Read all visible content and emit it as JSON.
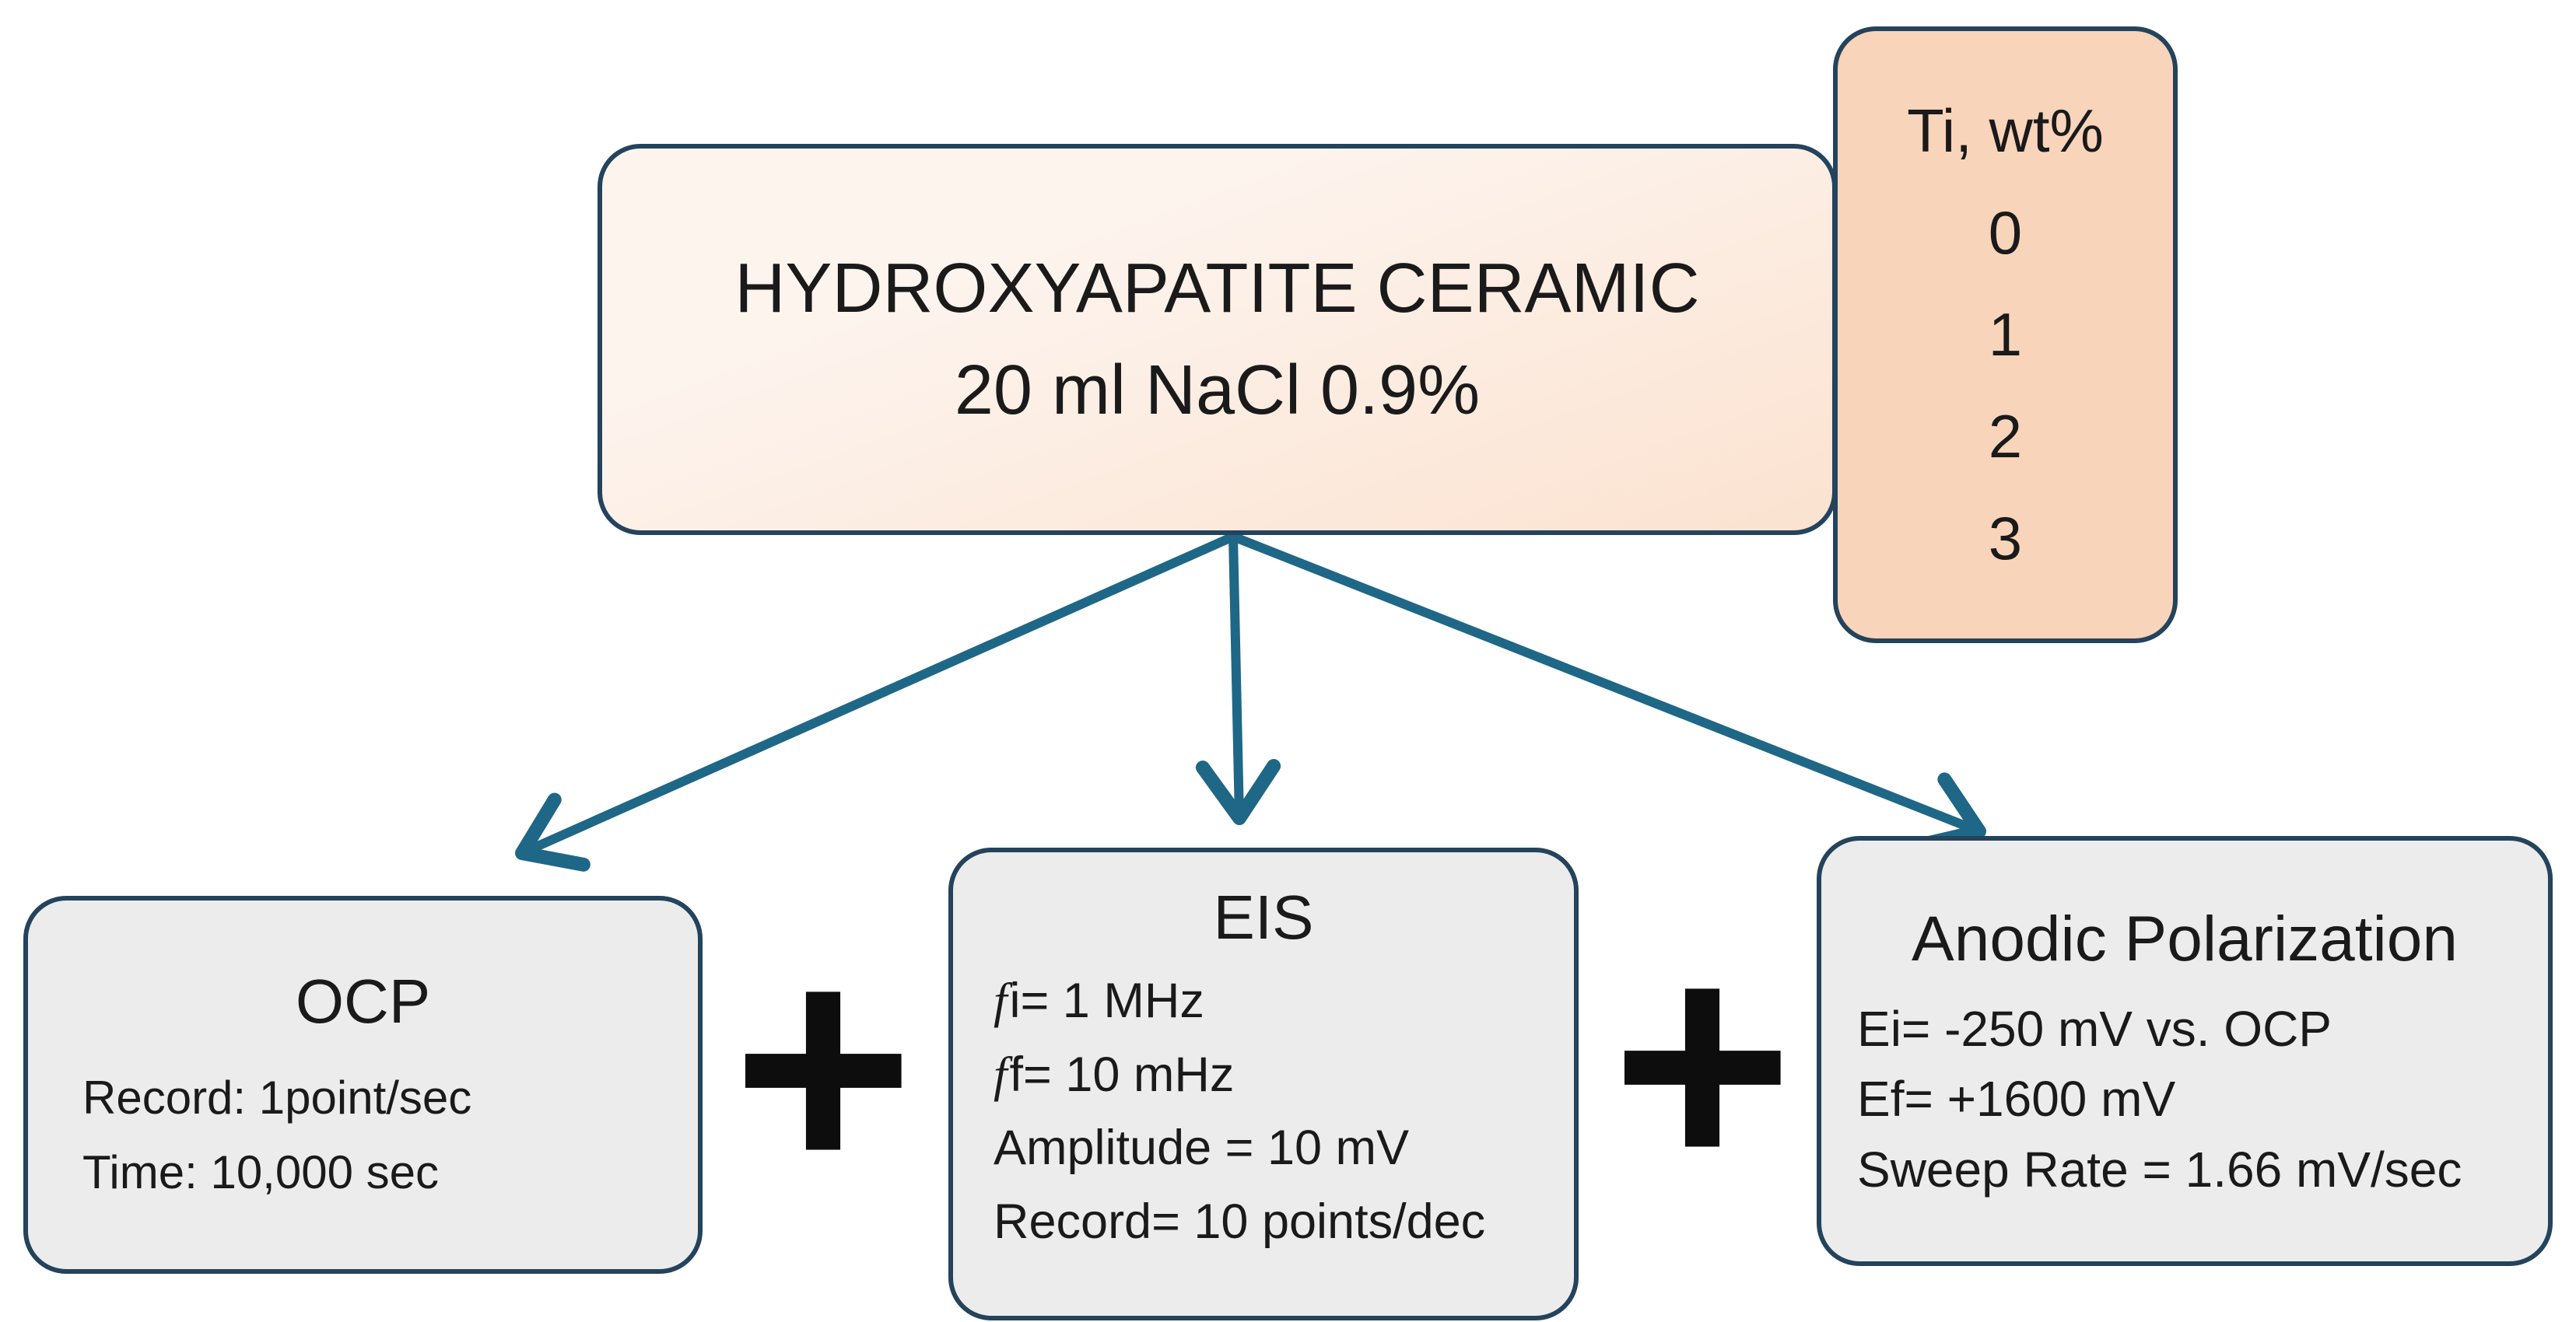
{
  "colors": {
    "border": "#24435c",
    "main_bg_top": "#fdf4ee",
    "main_bg_bottom": "#fbe2d0",
    "ti_bg": "#f8d4ba",
    "gray_bg": "#ececec",
    "arrow": "#1f6786",
    "plus": "#0d0d0d"
  },
  "main_box": {
    "line1": "HYDROXYAPATITE CERAMIC",
    "line2": "20 ml NaCl 0.9%"
  },
  "ti_box": {
    "title": "Ti, wt%",
    "values": [
      "0",
      "1",
      "2",
      "3"
    ]
  },
  "ocp_box": {
    "title": "OCP",
    "lines": [
      "Record: 1point/sec",
      "Time: 10,000 sec"
    ]
  },
  "eis_box": {
    "title": "EIS",
    "lines": [
      {
        "lead": "f",
        "text": "i= 1 MHz"
      },
      {
        "lead": "f",
        "text": "f= 10 mHz"
      },
      {
        "lead": "",
        "text": "Amplitude = 10 mV"
      },
      {
        "lead": "",
        "text": "Record= 10 points/dec"
      }
    ]
  },
  "anodic_box": {
    "title": "Anodic Polarization",
    "lines": [
      "Ei= -250 mV vs. OCP",
      "Ef= +1600 mV",
      "Sweep Rate = 1.66 mV/sec"
    ]
  },
  "operators": {
    "plus1": "+",
    "plus2": "+"
  }
}
